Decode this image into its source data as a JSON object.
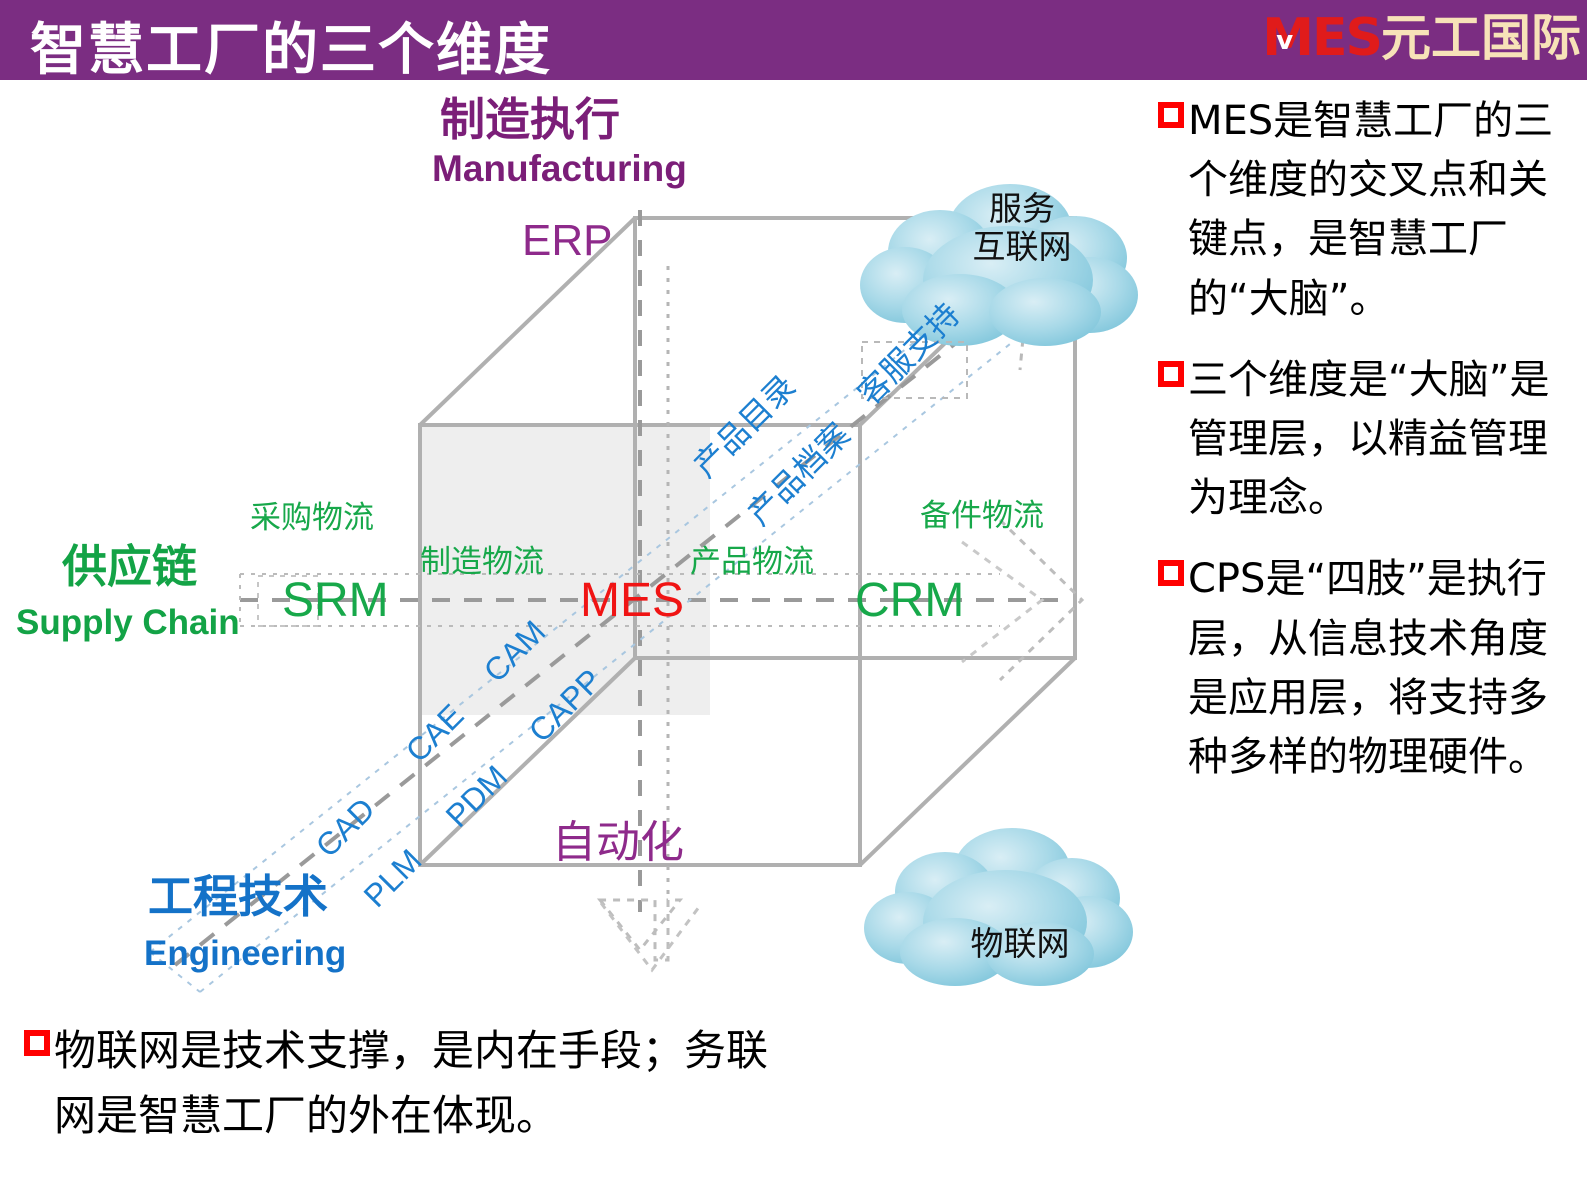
{
  "header": {
    "title": "智慧工厂的三个维度",
    "logo_mes": "MES",
    "logo_v": "v",
    "logo_cn": "元工国际",
    "bg_color": "#7B2D82"
  },
  "diagram": {
    "axis_top": {
      "cn": "制造执行",
      "en": "Manufacturing",
      "system": "ERP",
      "color": "#8E2A8B"
    },
    "axis_left": {
      "cn": "供应链",
      "en": "Supply Chain",
      "color": "#17A84A"
    },
    "axis_bottom_left": {
      "cn": "工程技术",
      "en": "Engineering",
      "color": "#1C7FD0"
    },
    "center_label": "MES",
    "center_color": "#F01414",
    "supply_chain_nodes": [
      "SRM",
      "CRM"
    ],
    "logistics": [
      "采购物流",
      "制造物流",
      "产品物流",
      "备件物流"
    ],
    "engineering_upper": [
      "CAD",
      "CAE",
      "CAM"
    ],
    "engineering_lower": [
      "PLM",
      "PDM",
      "CAPP"
    ],
    "service_upper": [
      "产品目录",
      "客服支持"
    ],
    "service_lower": [
      "产品档案"
    ],
    "automation_label": "自动化",
    "clouds": [
      {
        "name": "service-internet-cloud",
        "text": "服务\n互联网"
      },
      {
        "name": "iot-cloud",
        "text": "物联网"
      }
    ]
  },
  "right_bullets": [
    "MES是智慧工厂的三个维度的交叉点和关键点，是智慧工厂的“大脑”。",
    "三个维度是“大脑”是管理层，以精益管理为理念。",
    "CPS是“四肢”是执行层，从信息技术角度是应用层，将支持多种多样的物理硬件。"
  ],
  "bottom_bullet": "物联网是技术支撑，是内在手段；务联网是智慧工厂的外在体现。"
}
